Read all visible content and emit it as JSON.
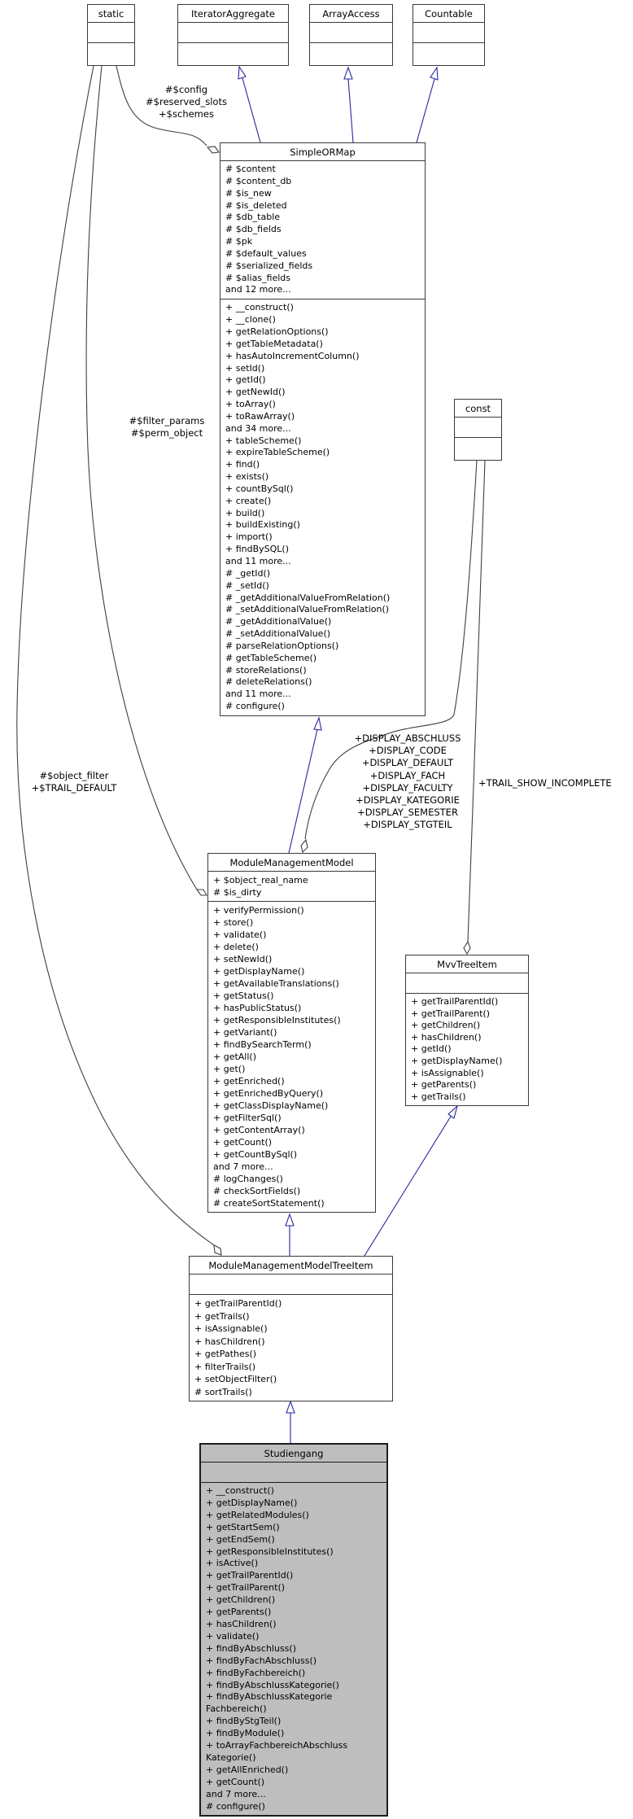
{
  "colors": {
    "inheritance": "#26269c",
    "usage": "#3f3f3f",
    "box_border": "#3a3a3a",
    "highlight_fill": "#bebebe",
    "background": "#ffffff"
  },
  "classes": {
    "static": {
      "title": "static"
    },
    "iterator_aggregate": {
      "title": "IteratorAggregate"
    },
    "array_access": {
      "title": "ArrayAccess"
    },
    "countable": {
      "title": "Countable"
    },
    "const": {
      "title": "const"
    },
    "simple_or_map": {
      "title": "SimpleORMap",
      "attributes": [
        "# $content",
        "# $content_db",
        "# $is_new",
        "# $is_deleted",
        "# $db_table",
        "# $db_fields",
        "# $pk",
        "# $default_values",
        "# $serialized_fields",
        "# $alias_fields",
        "and 12 more..."
      ],
      "methods": [
        "+ __construct()",
        "+ __clone()",
        "+ getRelationOptions()",
        "+ getTableMetadata()",
        "+ hasAutoIncrementColumn()",
        "+ setId()",
        "+ getId()",
        "+ getNewId()",
        "+ toArray()",
        "+ toRawArray()",
        "and 34 more...",
        "+ tableScheme()",
        "+ expireTableScheme()",
        "+ find()",
        "+ exists()",
        "+ countBySql()",
        "+ create()",
        "+ build()",
        "+ buildExisting()",
        "+ import()",
        "+ findBySQL()",
        "and 11 more...",
        "# _getId()",
        "# _setId()",
        "# _getAdditionalValueFromRelation()",
        "# _setAdditionalValueFromRelation()",
        "# _getAdditionalValue()",
        "# _setAdditionalValue()",
        "# parseRelationOptions()",
        "# getTableScheme()",
        "# storeRelations()",
        "# deleteRelations()",
        "and 11 more...",
        "# configure()"
      ]
    },
    "module_management_model": {
      "title": "ModuleManagementModel",
      "attributes": [
        "+ $object_real_name",
        "# $is_dirty"
      ],
      "methods": [
        "+ verifyPermission()",
        "+ store()",
        "+ validate()",
        "+ delete()",
        "+ setNewId()",
        "+ getDisplayName()",
        "+ getAvailableTranslations()",
        "+ getStatus()",
        "+ hasPublicStatus()",
        "+ getResponsibleInstitutes()",
        "+ getVariant()",
        "+ findBySearchTerm()",
        "+ getAll()",
        "+ get()",
        "+ getEnriched()",
        "+ getEnrichedByQuery()",
        "+ getClassDisplayName()",
        "+ getFilterSql()",
        "+ getContentArray()",
        "+ getCount()",
        "+ getCountBySql()",
        "and 7 more...",
        "# logChanges()",
        "# checkSortFields()",
        "# createSortStatement()"
      ]
    },
    "mvv_tree_item": {
      "title": "MvvTreeItem",
      "methods": [
        "+ getTrailParentId()",
        "+ getTrailParent()",
        "+ getChildren()",
        "+ hasChildren()",
        "+ getId()",
        "+ getDisplayName()",
        "+ isAssignable()",
        "+ getParents()",
        "+ getTrails()"
      ]
    },
    "module_management_model_tree_item": {
      "title": "ModuleManagementModelTreeItem",
      "methods": [
        "+ getTrailParentId()",
        "+ getTrails()",
        "+ isAssignable()",
        "+ hasChildren()",
        "+ getPathes()",
        "+ filterTrails()",
        "+ setObjectFilter()",
        "# sortTrails()"
      ]
    },
    "studiengang": {
      "title": "Studiengang",
      "methods": [
        "+ __construct()",
        "+ getDisplayName()",
        "+ getRelatedModules()",
        "+ getStartSem()",
        "+ getEndSem()",
        "+ getResponsibleInstitutes()",
        "+ isActive()",
        "+ getTrailParentId()",
        "+ getTrailParent()",
        "+ getChildren()",
        "+ getParents()",
        "+ hasChildren()",
        "+ validate()",
        "+ findByAbschluss()",
        "+ findByFachAbschluss()",
        "+ findByFachbereich()",
        "+ findByAbschlussKategorie()",
        "+ findByAbschlussKategorie",
        "Fachbereich()",
        "+ findByStgTeil()",
        "+ findByModule()",
        "+ toArrayFachbereichAbschluss",
        "Kategorie()",
        "+ getAllEnriched()",
        "+ getCount()",
        "and 7 more...",
        "# configure()"
      ]
    }
  },
  "edge_labels": {
    "config": "#$config\n#$reserved_slots\n+$schemes",
    "filter_params": "#$filter_params\n#$perm_object",
    "object_filter": "#$object_filter\n+$TRAIL_DEFAULT",
    "display": "+DISPLAY_ABSCHLUSS\n+DISPLAY_CODE\n+DISPLAY_DEFAULT\n+DISPLAY_FACH\n+DISPLAY_FACULTY\n+DISPLAY_KATEGORIE\n+DISPLAY_SEMESTER\n+DISPLAY_STGTEIL",
    "trail_show_incomplete": "+TRAIL_SHOW_INCOMPLETE"
  }
}
